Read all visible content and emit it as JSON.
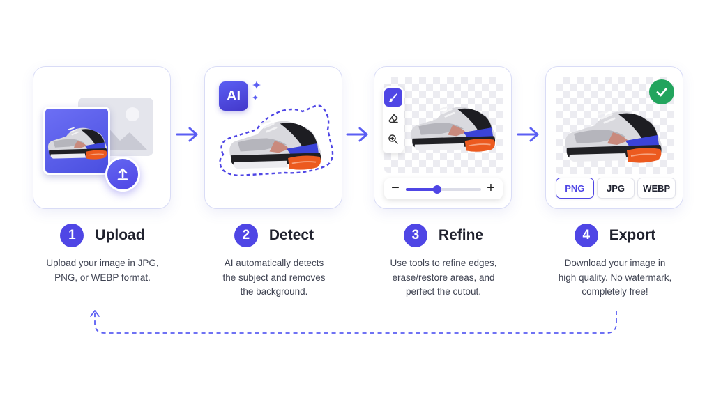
{
  "colors": {
    "accent": "#4f46e5",
    "border": "#d9dcf6",
    "success": "#22a45d",
    "text": "#20222e",
    "muted": "#3f4352"
  },
  "cards": {
    "upload": {
      "icons": [
        "image-placeholder-icon",
        "upload-arrow-icon"
      ]
    },
    "detect": {
      "badge": "AI",
      "icons": [
        "sparkle-icon",
        "dashed-outline-icon"
      ]
    },
    "refine": {
      "tools": [
        "brush-icon",
        "eraser-icon",
        "zoom-in-icon"
      ],
      "active_tool": "brush-icon",
      "zoom_minus": "−",
      "zoom_plus": "+",
      "zoom_level": 0.42
    },
    "export": {
      "formats": [
        "PNG",
        "JPG",
        "WEBP"
      ],
      "selected_format": "PNG",
      "icons": [
        "check-circle-icon"
      ]
    }
  },
  "steps": [
    {
      "number": "1",
      "title": "Upload",
      "lines": [
        "Upload your image in JPG,",
        "PNG, or WEBP format."
      ]
    },
    {
      "number": "2",
      "title": "Detect",
      "lines": [
        "AI automatically detects",
        "the subject and removes",
        "the background."
      ]
    },
    {
      "number": "3",
      "title": "Refine",
      "lines": [
        "Use tools to refine edges,",
        "erase/restore areas, and",
        "perfect the cutout."
      ]
    },
    {
      "number": "4",
      "title": "Export",
      "lines": [
        "Download your image in",
        "high quality. No watermark,",
        "completely free!"
      ]
    }
  ]
}
